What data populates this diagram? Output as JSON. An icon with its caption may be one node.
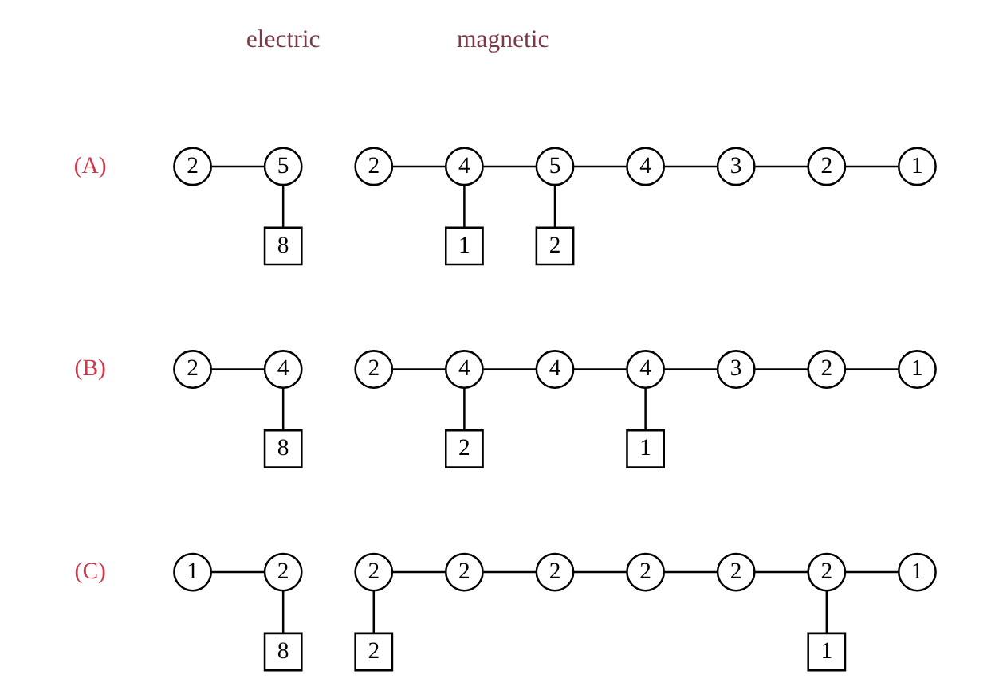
{
  "diagram": {
    "nodes": [
      {
        "text": [
          "2"
        ]
      },
      {
        "text": [
          "5"
        ]
      },
      {
        "text": [
          "2"
        ]
      },
      {
        "text": [
          "4"
        ]
      },
      {
        "text": [
          "5"
        ]
      },
      {
        "text": [
          "4"
        ]
      },
      {
        "text": [
          "3"
        ]
      },
      {
        "text": [
          "2"
        ]
      },
      {
        "text": [
          "1"
        ]
      },
      {
        "text": [
          "8"
        ]
      },
      {
        "text": [
          "1"
        ]
      },
      {
        "text": [
          "2"
        ]
      },
      {
        "text": [
          "2"
        ]
      },
      {
        "text": [
          "4"
        ]
      },
      {
        "text": [
          "2"
        ]
      },
      {
        "text": [
          "4"
        ]
      },
      {
        "text": [
          "4"
        ]
      },
      {
        "text": [
          "4"
        ]
      },
      {
        "text": [
          "3"
        ]
      },
      {
        "text": [
          "2"
        ]
      },
      {
        "text": [
          "1"
        ]
      },
      {
        "text": [
          "8"
        ]
      },
      {
        "text": [
          "2"
        ]
      },
      {
        "text": [
          "1"
        ]
      },
      {
        "text": [
          "1"
        ]
      },
      {
        "text": [
          "2"
        ]
      },
      {
        "text": [
          "2"
        ]
      },
      {
        "text": [
          "2"
        ]
      },
      {
        "text": [
          "2"
        ]
      },
      {
        "text": [
          "2"
        ]
      },
      {
        "text": [
          "2"
        ]
      },
      {
        "text": [
          "2"
        ]
      },
      {
        "text": [
          "1"
        ]
      },
      {
        "text": [
          "8"
        ]
      },
      {
        "text": [
          "2"
        ]
      },
      {
        "text": [
          "1"
        ]
      }
    ],
    "edges": [
      {
        "from": 0,
        "to": 1,
        "arrow": "none"
      },
      {
        "from": 1,
        "to": 9,
        "arrow": "none"
      },
      {
        "from": 2,
        "to": 3,
        "arrow": "none"
      },
      {
        "from": 3,
        "to": 4,
        "arrow": "none"
      },
      {
        "from": 4,
        "to": 5,
        "arrow": "none"
      },
      {
        "from": 5,
        "to": 6,
        "arrow": "none"
      },
      {
        "from": 6,
        "to": 7,
        "arrow": "none"
      },
      {
        "from": 7,
        "to": 8,
        "arrow": "none"
      },
      {
        "from": 3,
        "to": 10,
        "arrow": "none"
      },
      {
        "from": 4,
        "to": 11,
        "arrow": "none"
      },
      {
        "from": 12,
        "to": 13,
        "arrow": "none"
      },
      {
        "from": 13,
        "to": 21,
        "arrow": "none"
      },
      {
        "from": 14,
        "to": 15,
        "arrow": "none"
      },
      {
        "from": 15,
        "to": 16,
        "arrow": "none"
      },
      {
        "from": 16,
        "to": 17,
        "arrow": "none"
      },
      {
        "from": 17,
        "to": 18,
        "arrow": "none"
      },
      {
        "from": 18,
        "to": 19,
        "arrow": "none"
      },
      {
        "from": 19,
        "to": 20,
        "arrow": "none"
      },
      {
        "from": 15,
        "to": 22,
        "arrow": "none"
      },
      {
        "from": 17,
        "to": 23,
        "arrow": "none"
      },
      {
        "from": 24,
        "to": 25,
        "arrow": "none"
      },
      {
        "from": 25,
        "to": 33,
        "arrow": "none"
      },
      {
        "from": 26,
        "to": 27,
        "arrow": "none"
      },
      {
        "from": 27,
        "to": 28,
        "arrow": "none"
      },
      {
        "from": 28,
        "to": 29,
        "arrow": "none"
      },
      {
        "from": 29,
        "to": 30,
        "arrow": "none"
      },
      {
        "from": 30,
        "to": 31,
        "arrow": "none"
      },
      {
        "from": 31,
        "to": 32,
        "arrow": "none"
      },
      {
        "from": 26,
        "to": 34,
        "arrow": "none"
      },
      {
        "from": 31,
        "to": 35,
        "arrow": "none"
      }
    ],
    "labels": [
      "electric",
      "magnetic",
      "(A)",
      "(B)",
      "(C)"
    ]
  }
}
